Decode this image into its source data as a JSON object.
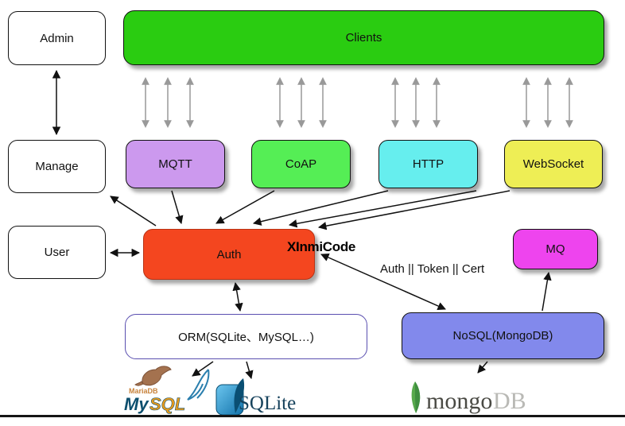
{
  "diagram": {
    "nodes": {
      "admin": {
        "label": "Admin",
        "color": "#ffffff"
      },
      "clients": {
        "label": "Clients",
        "color": "#2acc11"
      },
      "manage": {
        "label": "Manage",
        "color": "#ffffff"
      },
      "mqtt": {
        "label": "MQTT",
        "color": "#cc99ee"
      },
      "coap": {
        "label": "CoAP",
        "color": "#55ee55"
      },
      "http": {
        "label": "HTTP",
        "color": "#66eeee"
      },
      "websocket": {
        "label": "WebSocket",
        "color": "#eeee55"
      },
      "user": {
        "label": "User",
        "color": "#ffffff"
      },
      "auth": {
        "label": "Auth",
        "color": "#f4461f"
      },
      "mq": {
        "label": "MQ",
        "color": "#ee44ee"
      },
      "orm": {
        "label": "ORM(SQLite、MySQL…)",
        "color": "#ffffff"
      },
      "nosql": {
        "label": "NoSQL(MongoDB)",
        "color": "#8289ec"
      }
    },
    "watermark": "XInmiCode",
    "edge_label": "Auth || Token || Cert",
    "logos": {
      "mariadb": {
        "brand": "MariaDB",
        "brand_color": "#c8833c"
      },
      "mysql": {
        "my": "My",
        "sql": "SQL",
        "my_color": "#0d4f6e",
        "sql_color": "#e89b1c"
      },
      "sqlite": {
        "name": "SQLite",
        "text_color": "#16425c",
        "feather_color": "#2e9bd6"
      },
      "mongodb": {
        "mongo": "mongo",
        "db": "DB",
        "mongo_color": "#4a4a44",
        "db_color": "#b9b9b5",
        "leaf_color": "#57a94c"
      }
    },
    "arrow_colors": {
      "black": "#111111",
      "client_links_gray": "#999999"
    }
  }
}
